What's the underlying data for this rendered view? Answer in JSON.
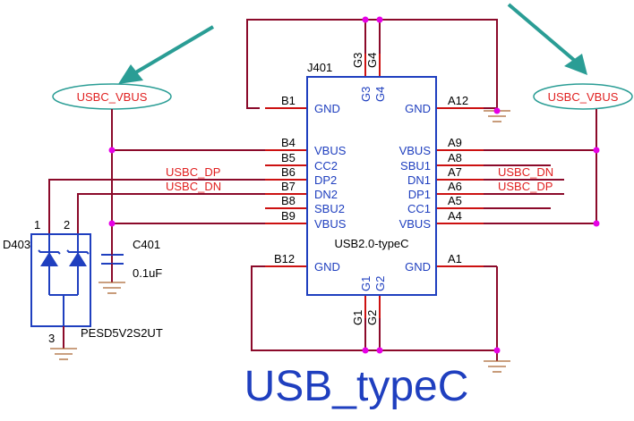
{
  "colors": {
    "wire": "#8b0a2a",
    "pin": "#cc1111",
    "blue": "#1f3fbf",
    "net": "#e01f1f",
    "junction": "#e600e6",
    "arrow": "#2a9d95",
    "gnd": "#aa6633"
  },
  "title": "USB_typeC",
  "connector": {
    "ref": "J401",
    "part": "USB2.0-typeC",
    "left_pins": [
      {
        "num": "B1",
        "name": "GND"
      },
      {
        "num": "B4",
        "name": "VBUS"
      },
      {
        "num": "B5",
        "name": "CC2"
      },
      {
        "num": "B6",
        "name": "DP2"
      },
      {
        "num": "B7",
        "name": "DN2"
      },
      {
        "num": "B8",
        "name": "SBU2"
      },
      {
        "num": "B9",
        "name": "VBUS"
      },
      {
        "num": "B12",
        "name": "GND"
      }
    ],
    "right_pins": [
      {
        "num": "A12",
        "name": "GND"
      },
      {
        "num": "A9",
        "name": "VBUS"
      },
      {
        "num": "A8",
        "name": "SBU1"
      },
      {
        "num": "A7",
        "name": "DN1"
      },
      {
        "num": "A6",
        "name": "DP1"
      },
      {
        "num": "A5",
        "name": "CC1"
      },
      {
        "num": "A4",
        "name": "VBUS"
      },
      {
        "num": "A1",
        "name": "GND"
      }
    ],
    "top_pins": [
      {
        "num": "G3",
        "name": "G3"
      },
      {
        "num": "G4",
        "name": "G4"
      }
    ],
    "bottom_pins": [
      {
        "num": "G1",
        "name": "G1"
      },
      {
        "num": "G2",
        "name": "G2"
      }
    ]
  },
  "net_labels": {
    "left_dp": "USBC_DP",
    "left_dn": "USBC_DN",
    "right_dn": "USBC_DN",
    "right_dp": "USBC_DP",
    "vbus_left": "USBC_VBUS",
    "vbus_right": "USBC_VBUS"
  },
  "capacitor": {
    "ref": "C401",
    "value": "0.1uF"
  },
  "tvs": {
    "ref": "D403",
    "part": "PESD5V2S2UT",
    "pin1": "1",
    "pin2": "2",
    "pin3": "3"
  }
}
